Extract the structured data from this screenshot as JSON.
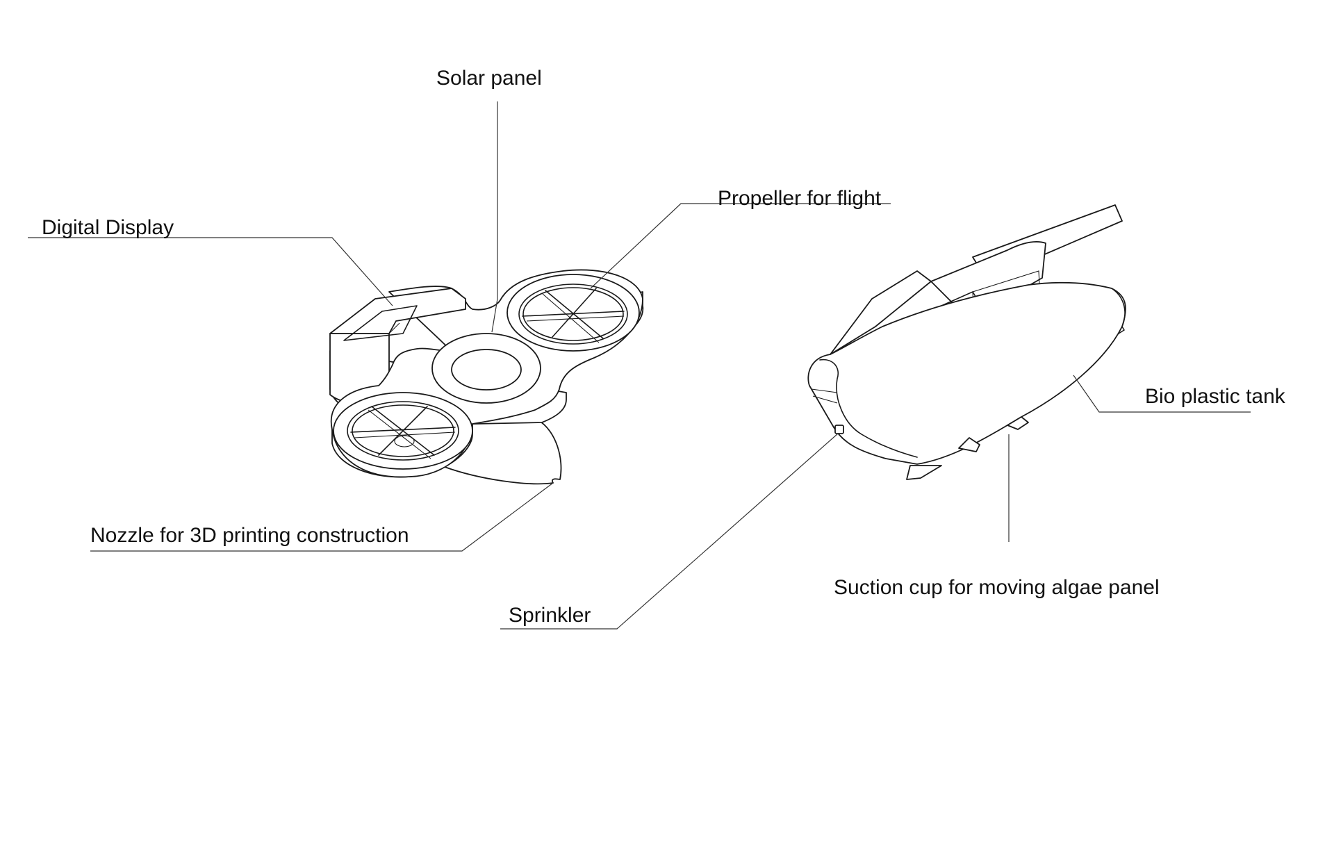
{
  "labels": {
    "solar_panel": "Solar panel",
    "propeller": "Propeller for flight",
    "digital_display": "Digital Display",
    "nozzle": "Nozzle for 3D printing construction",
    "bio_plastic_tank": "Bio plastic tank",
    "sprinkler": "Sprinkler",
    "suction_cup": "Suction cup for moving algae panel"
  },
  "colors": {
    "background": "#ffffff",
    "line": "#1a1a1a",
    "leader": "#333333",
    "text": "#111111"
  }
}
